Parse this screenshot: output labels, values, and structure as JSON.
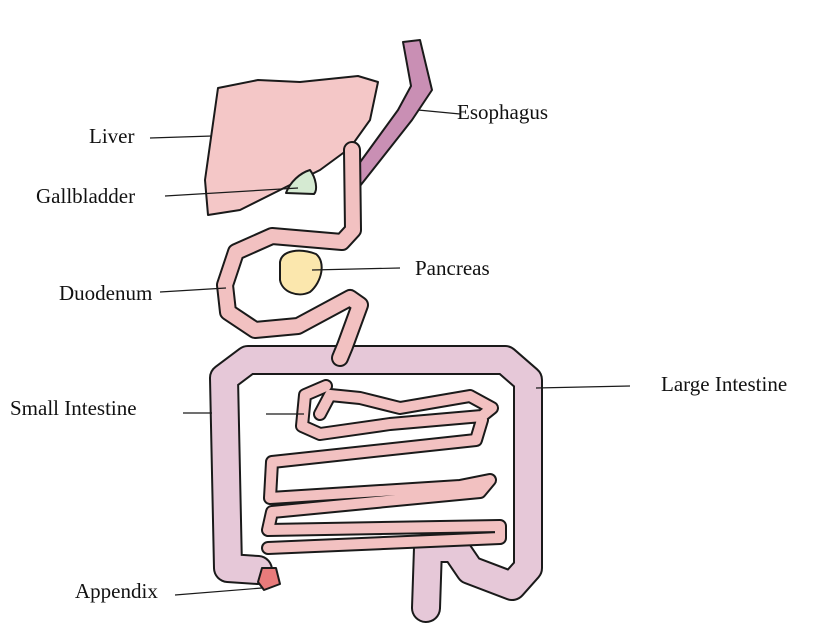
{
  "labels": {
    "liver": "Liver",
    "gallbladder": "Gallbladder",
    "duodenum": "Duodenum",
    "small_intestine": "Small Intestine",
    "appendix": "Appendix",
    "esophagus": "Esophagus",
    "pancreas": "Pancreas",
    "large_intestine": "Large Intestine"
  },
  "colors": {
    "liver": "#f4c7c7",
    "gallbladder": "#d5ead2",
    "pancreas": "#fbe7ad",
    "esophagus": "#c98fb4",
    "large_intestine": "#e6c8d8",
    "small_intestine": "#f2c1c1",
    "appendix": "#e87b7b",
    "outline": "#1a1a1a"
  }
}
